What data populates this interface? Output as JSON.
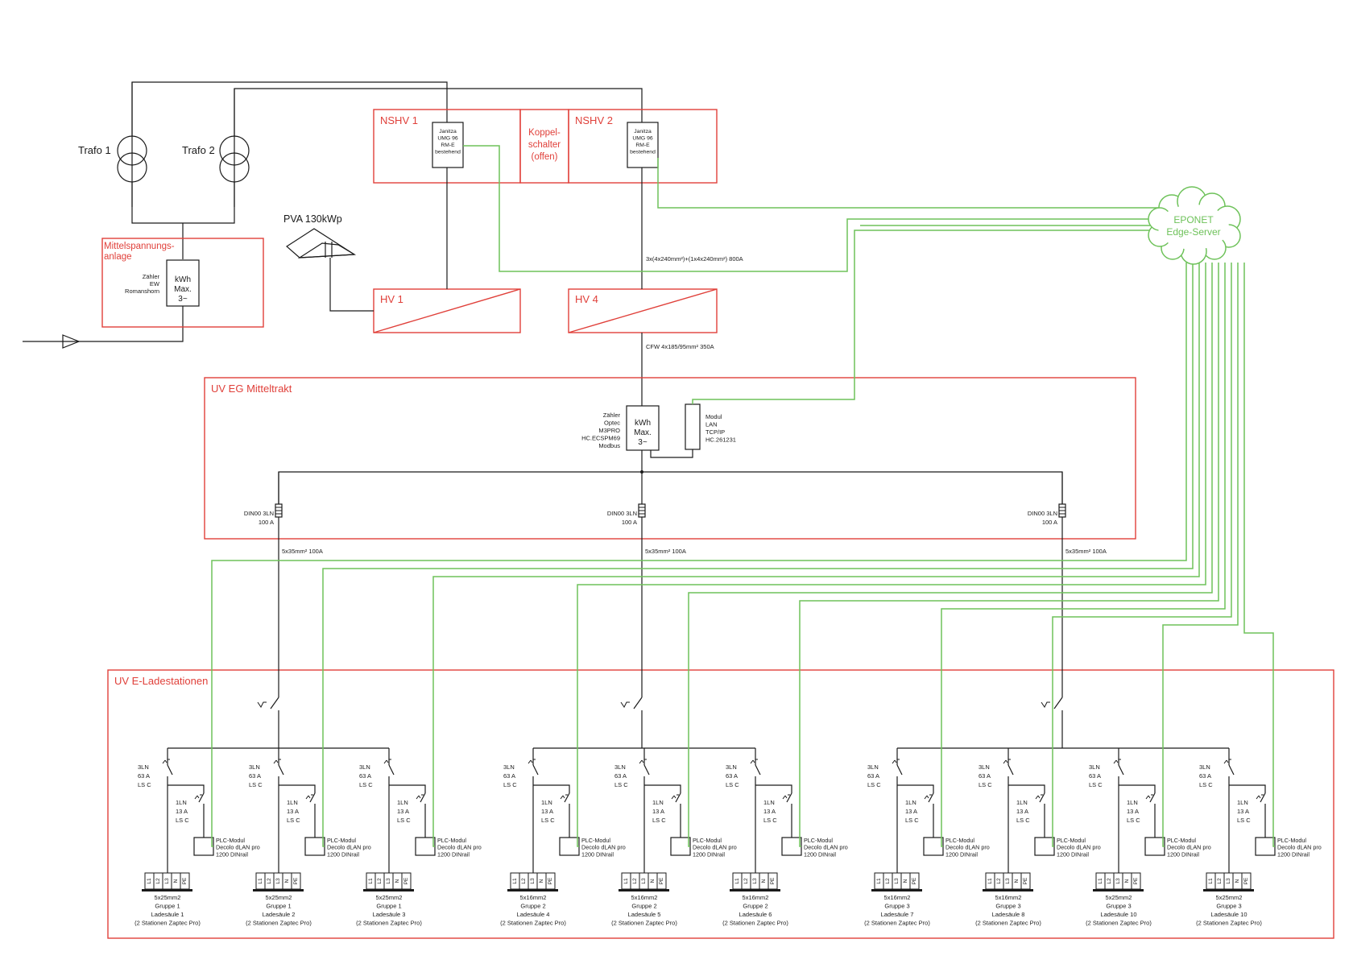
{
  "trafos": [
    {
      "label": "Trafo 1"
    },
    {
      "label": "Trafo 2"
    }
  ],
  "mittelspannung": {
    "title": "Mittelspannungs-\nanlage",
    "meter_labels": "Zähler\nEW\nRomanshorn",
    "meter": "kWh\nMax.\n3~"
  },
  "pva": {
    "label": "PVA 130kWp"
  },
  "nshv1": {
    "title": "NSHV 1",
    "device": "Janitza\nUMG 96\nRM-E\n\nbestehend"
  },
  "koppel": {
    "label": "Koppel-\nschalter\n(offen)"
  },
  "nshv2": {
    "title": "NSHV 2",
    "device": "Janitza\nUMG 96\nRM-E\n\nbestehend"
  },
  "hv1": {
    "title": "HV 1"
  },
  "hv4": {
    "title": "HV 4"
  },
  "cable_main": "3x(4x240mm²)+(1x4x240mm²) 800A",
  "cable_cfw": "CFW 4x185/95mm² 350A",
  "eponet": {
    "label": "EPONET\nEdge-Server"
  },
  "uv_eg": {
    "title": "UV EG Mitteltrakt",
    "meter_labels": "Zähler\nOptec\nM3PRO\nHC.ECSPM69\nModbus",
    "meter": "kWh\nMax.\n3~",
    "modul": "Modul\nLAN\nTCP/IP\nHC.261231",
    "fuse_labels": "DIN00   3LN\n100 A",
    "cable": "5x35mm² 100A"
  },
  "uv_lade": {
    "title": "UV E-Ladestationen",
    "breaker_3ln": "3LN\n63 A\nLS C",
    "breaker_1ln": "1LN\n13 A\nLS C",
    "plc": "PLC-Modul\nDecolo dLAN pro\n1200 DINrail",
    "terminals": [
      "L1",
      "L2",
      "L3",
      "N",
      "PE"
    ],
    "stations": [
      {
        "text": "5x25mm2\nGruppe 1\nLadesäule 1\n(2 Stationen Zaptec Pro)"
      },
      {
        "text": "5x25mm2\nGruppe 1\nLadesäule 2\n(2 Stationen Zaptec Pro)"
      },
      {
        "text": "5x25mm2\nGruppe 1\nLadesäule 3\n(2 Stationen Zaptec Pro)"
      },
      {
        "text": "5x16mm2\nGruppe 2\nLadesäule 4\n(2 Stationen Zaptec Pro)"
      },
      {
        "text": "5x16mm2\nGruppe 2\nLadesäule 5\n(2 Stationen Zaptec Pro)"
      },
      {
        "text": "5x16mm2\nGruppe 2\nLadesäule 6\n(2 Stationen Zaptec Pro)"
      },
      {
        "text": "5x16mm2\nGruppe 3\nLadesäule 7\n(2 Stationen Zaptec Pro)"
      },
      {
        "text": "5x16mm2\nGruppe 3\nLadesäule 8\n(2 Stationen Zaptec Pro)"
      },
      {
        "text": "5x25mm2\nGruppe 3\nLadesäule 10\n(2 Stationen Zaptec Pro)"
      },
      {
        "text": "5x25mm2\nGruppe 3\nLadesäule 10\n(2 Stationen Zaptec Pro)"
      }
    ]
  },
  "colors": {
    "frame": "#e0403a",
    "wire": "#1a1a1a",
    "data_link": "#6ec25a"
  }
}
